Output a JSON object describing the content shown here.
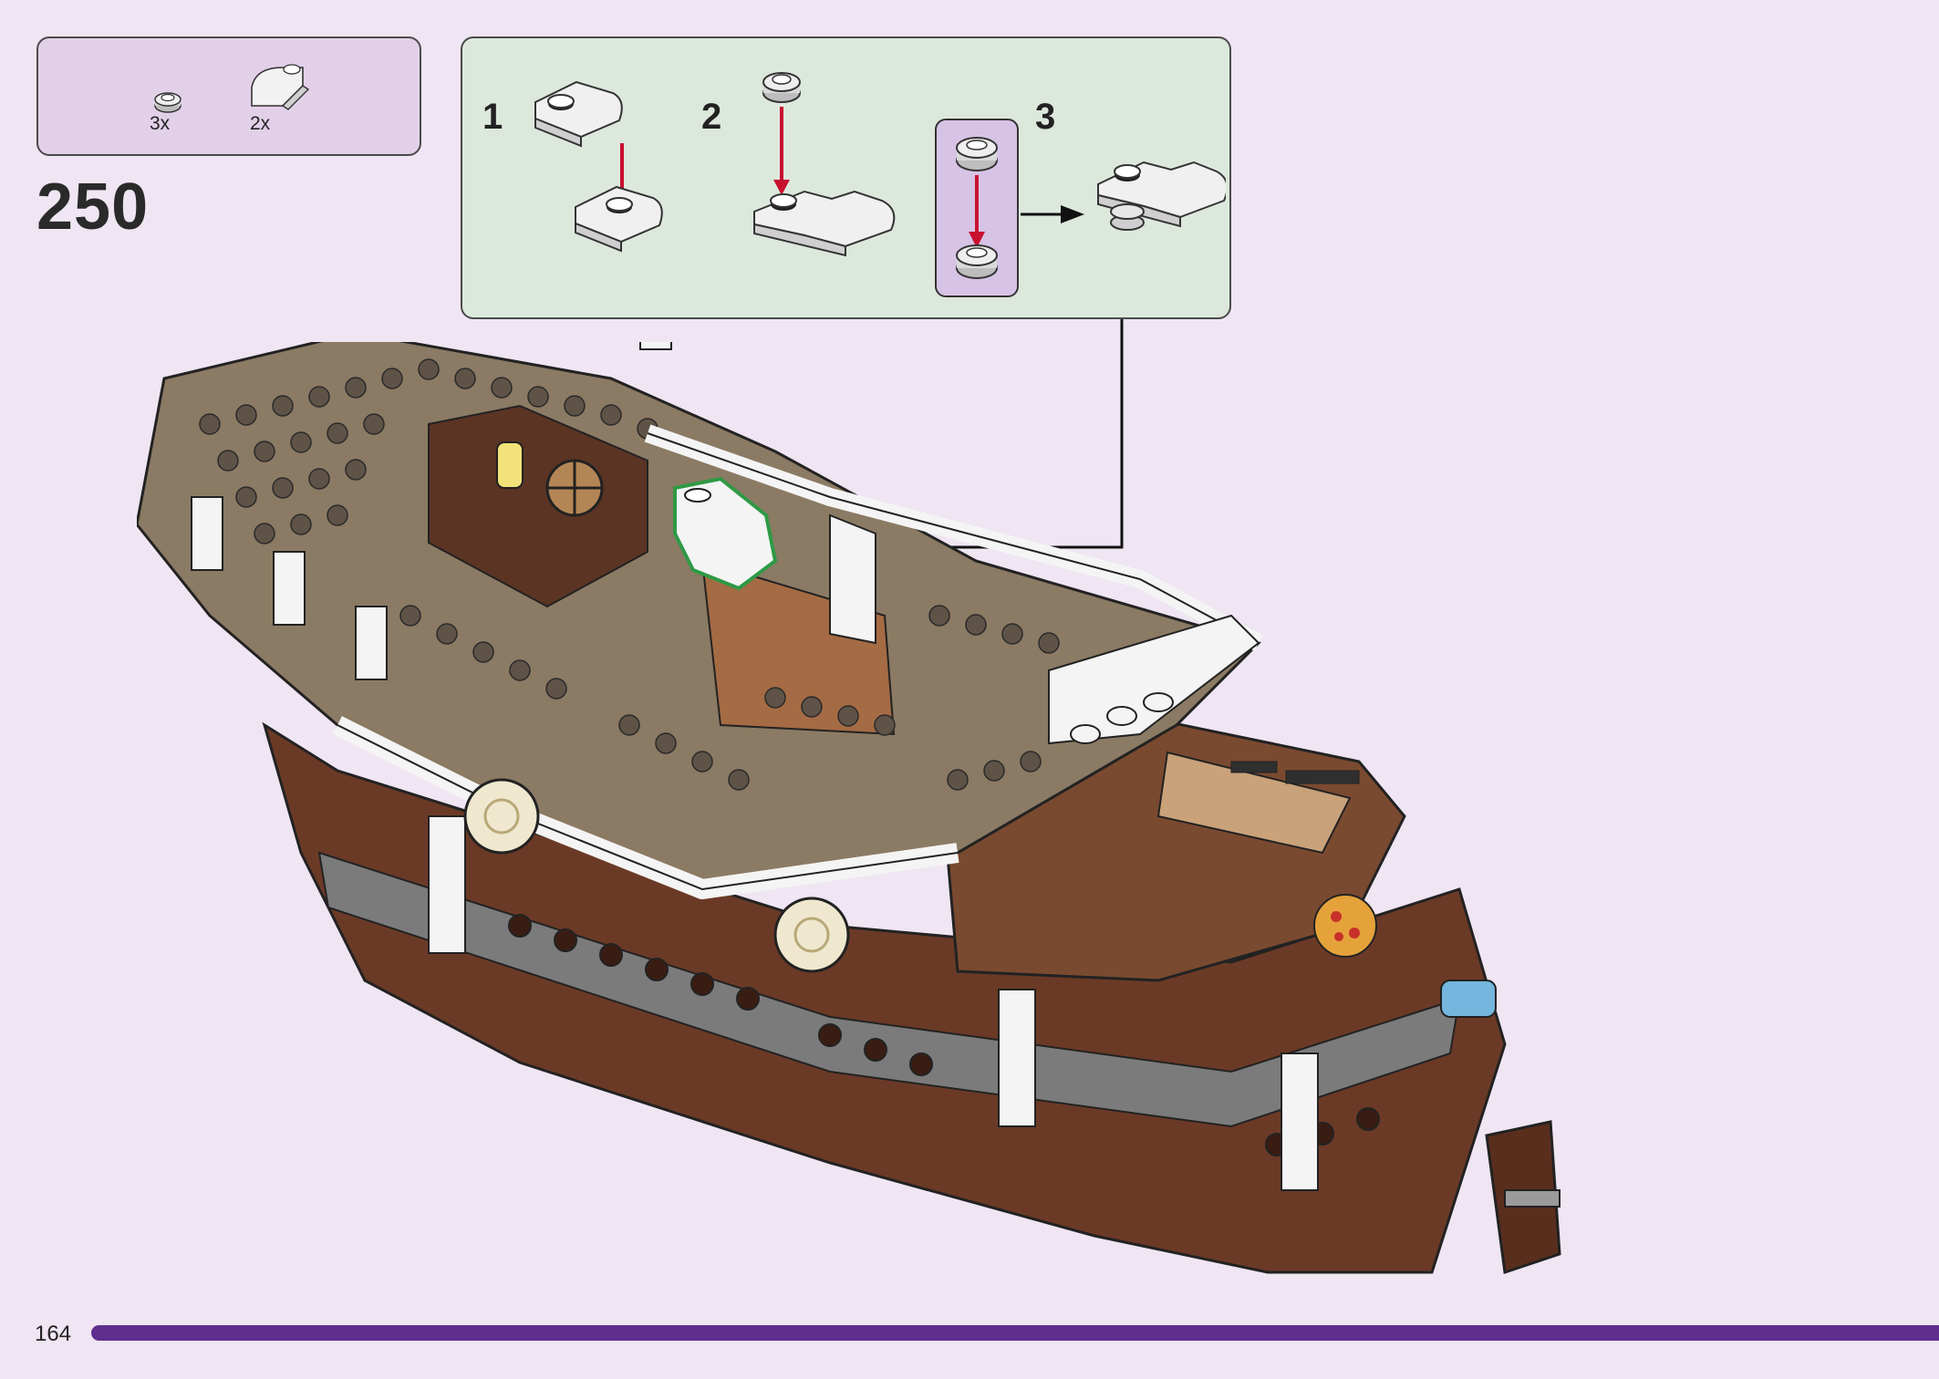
{
  "parts": [
    {
      "qty": "3x",
      "icon": "round-plate-1x1-icon"
    },
    {
      "qty": "2x",
      "icon": "curved-slope-brick-icon"
    }
  ],
  "step": {
    "number": "250"
  },
  "substeps": [
    {
      "label": "1"
    },
    {
      "label": "2"
    },
    {
      "label": "3"
    }
  ],
  "page": {
    "number": "164"
  },
  "colors": {
    "background": "#efe5f3",
    "parts_box": "#e2d0e9",
    "substep_box": "#dde8dc",
    "inner_box": "#d7c3e6",
    "arrow_red": "#c8102e",
    "footer_bar": "#5e2f8e",
    "hull_brown": "#6b3a26",
    "deck_tan": "#8b7a64"
  }
}
